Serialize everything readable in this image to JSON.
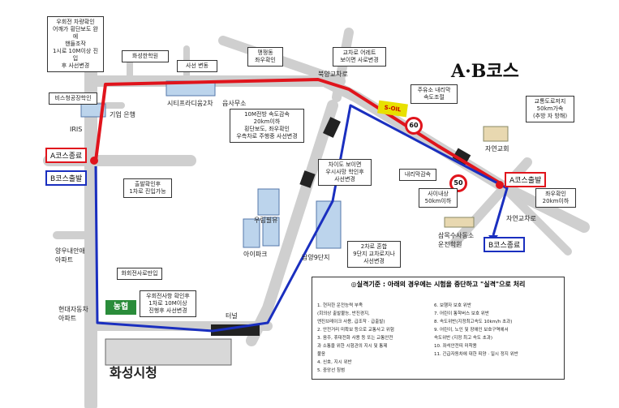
{
  "title": "A·B코스",
  "labels": {
    "bukyang": "북양교차로",
    "gieop": "기업 은행",
    "city": "시티프라디움2차",
    "eupsamuso": "읍사무소",
    "iris": "IRIS",
    "a_end": "A코스종료",
    "b_start": "B코스출발",
    "a_start": "A코스출발",
    "b_end": "B코스종료",
    "jayeon_church": "자연교회",
    "jayeon_cross": "자연교차로",
    "samok": "삼목수사동소\n운전학원",
    "uremy": "우림필유",
    "ipark": "아이파크",
    "namyang": "남양9단지",
    "yangwoo": "양우내안애\n아파트",
    "hyundai": "현대자동차\n아파트",
    "tunnel": "터널",
    "hwaseong": "화성시청",
    "nh": "농협",
    "soil": "S-OIL"
  },
  "boxes": {
    "top_left": "우회전 차량확인\n어깨가 횡단보도 완에\n핸들조작\n1시로 10M이상 진입\n후 사선변경",
    "hwaseong_hakwon": "화성한학원",
    "saseon": "사선 변동",
    "maengmin": "맹쟁동\n좌우확인",
    "gyochado": "교차로 어레트\n보이면 사로변경",
    "bisunjang": "비스청공장학인",
    "jujuso": "주유소 내리막\n속도조절",
    "gyodo": "교통도로저지\n50km가속\n(추방 자 방해)",
    "speed10": "10M전방 속도감속\n20km이하\n횡단보도, 좌우확인\n우측차로 주행중 사선변경",
    "chulbal": "출발확인후\n1차로 진입가능",
    "ryeo": "차이도 보이면\n우시사망 학인후\n사선변경",
    "naeri": "내리막감속",
    "saeri": "사이내상\n50km이하",
    "jwau": "좌우확인\n20km이하",
    "hwaseong_gyo": "화회전사로만입",
    "two_lane": "2차로 혼합\n9단지 교차로지나\n사선변경",
    "uhoe_bottom": "우회전사항 확인후\n1차로 10M이상\n진행후 사선변경"
  },
  "speed_signs": [
    "60",
    "50"
  ],
  "notes": {
    "title": "◎실격기준 : 아래의 경우에는 시험을 중단하고 \"실격\"으로 처리",
    "left": "1. 현저한 운전능력 부족\n(회의상 출발불능, 반진경지,\n엔진브레이크 사용, 급조작 · 급출발)\n2. 안전거리 미확보 등으로 교통사고 위험\n3. 음주, 휴대전화 사용 등 또는 교통안전\n과 소통을 위한 시험관의 지시 및 통제\n불응\n4. 신호, 지시 위반\n5. 중앙선 침범",
    "right": "6. 보행자 보호 위반\n7. 어린이 통학버스 보호 위반\n8. 속도위반(지정최고속도 10km/h 초과)\n9. 어린이, 노인 및 장애인 보호구역에서\n속도위반 (지정 최고 속도 초과)\n10. 좌석안전띠 미착용\n11. 긴급자동차에 대한 피양 · 일시 정지 위반"
  },
  "colors": {
    "route_a": "#e0141c",
    "route_b": "#1a2fbf",
    "road": "#c8c8c8",
    "building": "#bcd4ec"
  }
}
